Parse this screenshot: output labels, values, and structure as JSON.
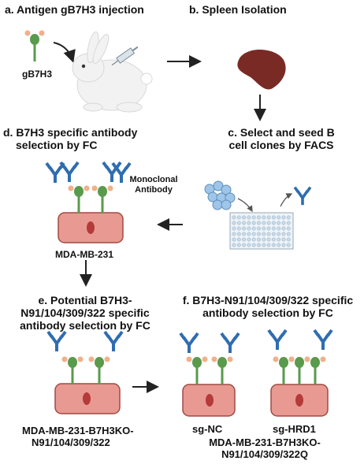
{
  "steps": {
    "a": "a. Antigen gB7H3 injection",
    "b": "b. Spleen Isolation",
    "c_line1": "c. Select and seed B",
    "c_line2": "cell clones by FACS",
    "d_line1": "d. B7H3 specific antibody",
    "d_line2": "selection by FC",
    "e_line1": "e. Potential B7H3-",
    "e_line2": "N91/104/309/322 specific",
    "e_line3": "antibody selection by FC",
    "f_line1": "f. B7H3-N91/104/309/322 specific",
    "f_line2": "antibody selection by FC"
  },
  "labels": {
    "antigen": "gB7H3",
    "monoclonal_line1": "Monoclonal",
    "monoclonal_line2": "Antibody",
    "cell_line_d": "MDA-MB-231",
    "cell_line_e_line1": "MDA-MB-231-B7H3KO-",
    "cell_line_e_line2": "N91/104/309/322",
    "sg_nc": "sg-NC",
    "sg_hrd1": "sg-HRD1",
    "cell_line_f_line1": "MDA-MB-231-B7H3KO-",
    "cell_line_f_line2": "N91/104/309/322Q"
  },
  "colors": {
    "antibody": "#2f6db0",
    "receptor": "#5a9a4c",
    "glycan": "#f0b08a",
    "cell_fill": "#e89a92",
    "cell_stroke": "#a04a42",
    "nucleus": "#b53a3a",
    "spleen": "#7a2a24",
    "arrow": "#222222"
  }
}
